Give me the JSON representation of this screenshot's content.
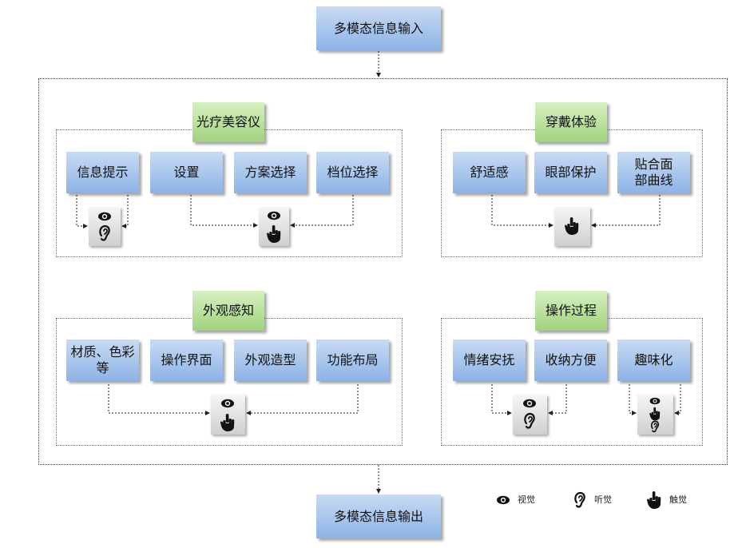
{
  "input_label": "多模态信息输入",
  "output_label": "多模态信息输出",
  "groups": {
    "light_beauty": {
      "title": "光疗美容仪",
      "items": [
        "信息提示",
        "设置",
        "方案选择",
        "档位选择"
      ]
    },
    "wearing": {
      "title": "穿戴体验",
      "items": [
        "舒适感",
        "眼部保护",
        "贴合面部曲线"
      ]
    },
    "appearance": {
      "title": "外观感知",
      "items": [
        "材质、色彩等",
        "操作界面",
        "外观造型",
        "功能布局"
      ]
    },
    "operation": {
      "title": "操作过程",
      "items": [
        "情绪安抚",
        "收纳方便",
        "趣味化"
      ]
    }
  },
  "legend": {
    "vision": "视觉",
    "hearing": "听觉",
    "touch": "触觉"
  },
  "icons": [
    "eye-icon",
    "ear-icon",
    "hand-icon"
  ]
}
